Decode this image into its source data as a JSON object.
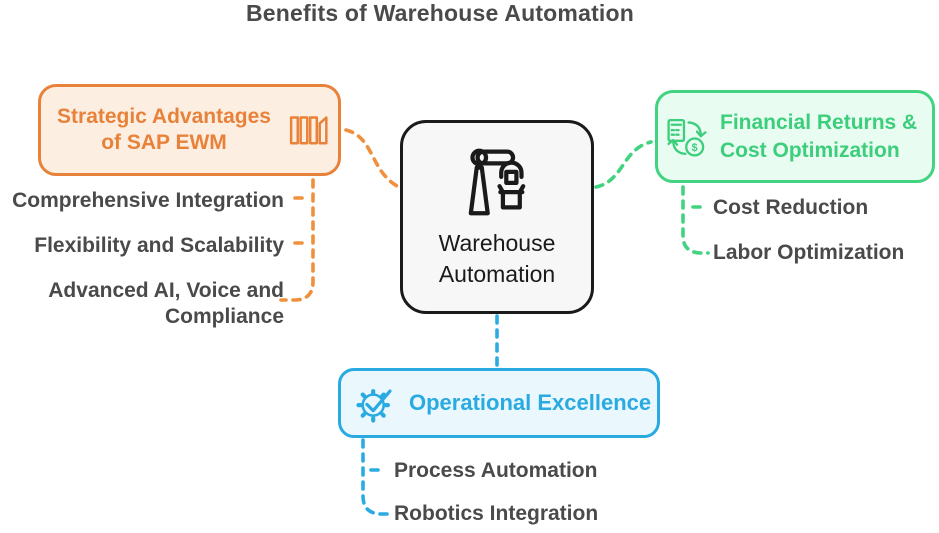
{
  "title": "Benefits of Warehouse Automation",
  "center": {
    "label": "Warehouse Automation",
    "icon": "robot-arm-icon",
    "border_color": "#1a1a1a",
    "fill_color": "#f7f7f7"
  },
  "branches": {
    "strategic": {
      "title": "Strategic Advantages of SAP EWM",
      "icon": "warehouse-racking-icon",
      "accent_color": "#e8823a",
      "fill_color": "#fcefe2",
      "items": [
        "Comprehensive Integration",
        "Flexibility and Scalability",
        "Advanced AI, Voice and Compliance"
      ]
    },
    "financial": {
      "title": "Financial Returns & Cost Optimization",
      "icon": "money-cycle-icon",
      "accent_color": "#41d37f",
      "fill_color": "#e9fcf1",
      "items": [
        "Cost Reduction",
        "Labor Optimization"
      ]
    },
    "operational": {
      "title": "Operational Excellence",
      "icon": "gear-check-icon",
      "accent_color": "#29abe2",
      "fill_color": "#eaf7fd",
      "items": [
        "Process Automation",
        "Robotics Integration"
      ]
    }
  },
  "text_color": "#4a4a4a"
}
